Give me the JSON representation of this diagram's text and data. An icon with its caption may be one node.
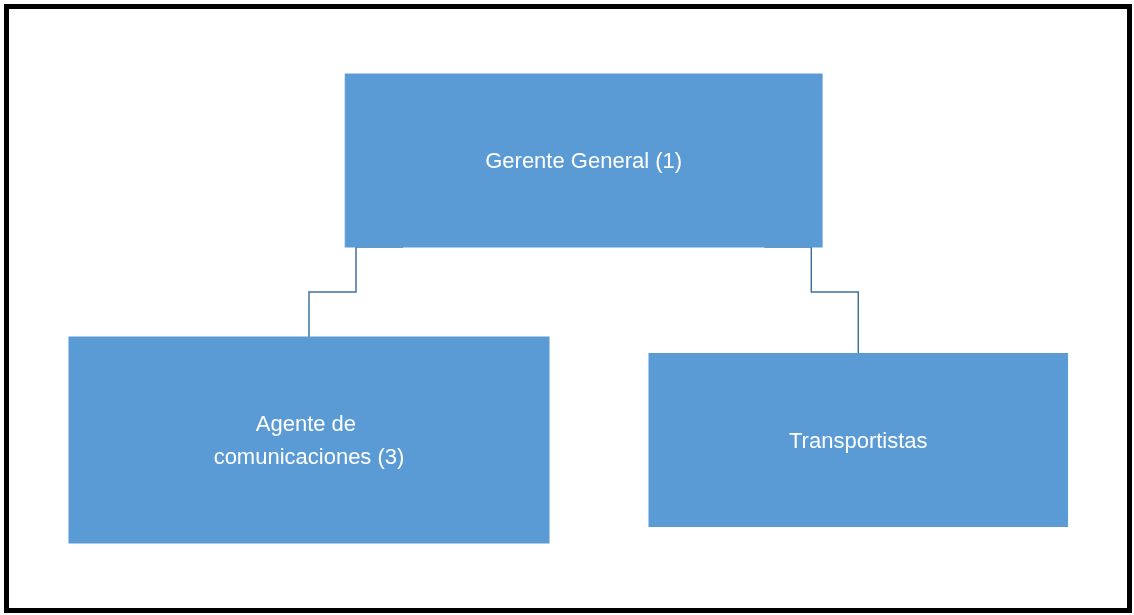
{
  "diagram": {
    "nodes": [
      {
        "text": [
          "Gerente General (1)"
        ]
      },
      {
        "text": [
          "Agente de comunicaciones (3)"
        ]
      },
      {
        "text": [
          "Transportistas"
        ]
      }
    ],
    "edges": [
      {
        "from": 0,
        "to": 1,
        "arrow": "none"
      },
      {
        "from": 0,
        "to": 2,
        "arrow": "none"
      }
    ]
  }
}
